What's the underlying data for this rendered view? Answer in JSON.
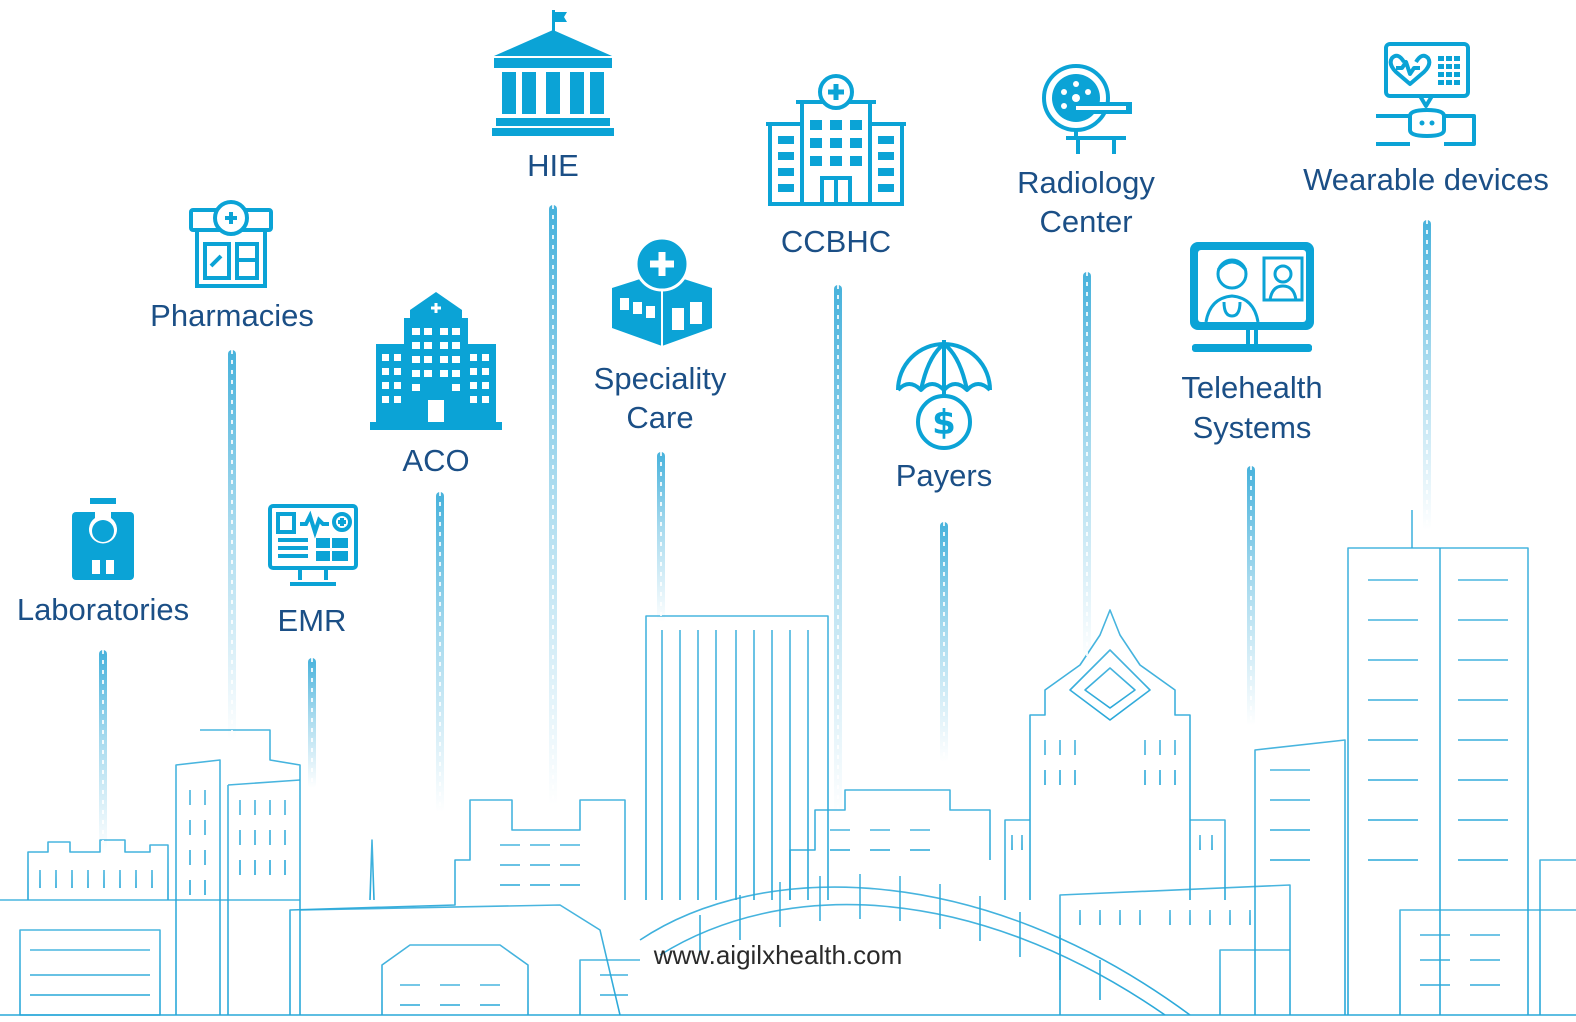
{
  "nodes": [
    {
      "key": "laboratories",
      "label": "Laboratories",
      "icon": "laboratory-flask-icon"
    },
    {
      "key": "pharmacies",
      "label": "Pharmacies",
      "icon": "pharmacy-store-icon"
    },
    {
      "key": "emr",
      "label": "EMR",
      "icon": "emr-monitor-icon"
    },
    {
      "key": "aco",
      "label": "ACO",
      "icon": "aco-hospital-building-icon"
    },
    {
      "key": "hie",
      "label": "HIE",
      "icon": "hie-institution-building-icon"
    },
    {
      "key": "speciality_care",
      "label_line1": "Speciality",
      "label_line2": "Care",
      "icon": "speciality-care-clinic-icon"
    },
    {
      "key": "ccbhc",
      "label": "CCBHC",
      "icon": "ccbhc-hospital-icon"
    },
    {
      "key": "payers",
      "label": "Payers",
      "icon": "payers-umbrella-dollar-icon"
    },
    {
      "key": "radiology_center",
      "label_line1": "Radiology",
      "label_line2": "Center",
      "icon": "radiology-scanner-icon"
    },
    {
      "key": "telehealth_systems",
      "label_line1": "Telehealth",
      "label_line2": "Systems",
      "icon": "telehealth-monitor-icon"
    },
    {
      "key": "wearable_devices",
      "label": "Wearable devices",
      "icon": "wearable-smartwatch-icon"
    }
  ],
  "footer": {
    "website": "www.aigilxhealth.com"
  },
  "colors": {
    "icon": "#0ba3d6",
    "label": "#1b4f86",
    "skyline": "#29a8d9",
    "pole": "#3eaeda",
    "background": "#ffffff"
  }
}
